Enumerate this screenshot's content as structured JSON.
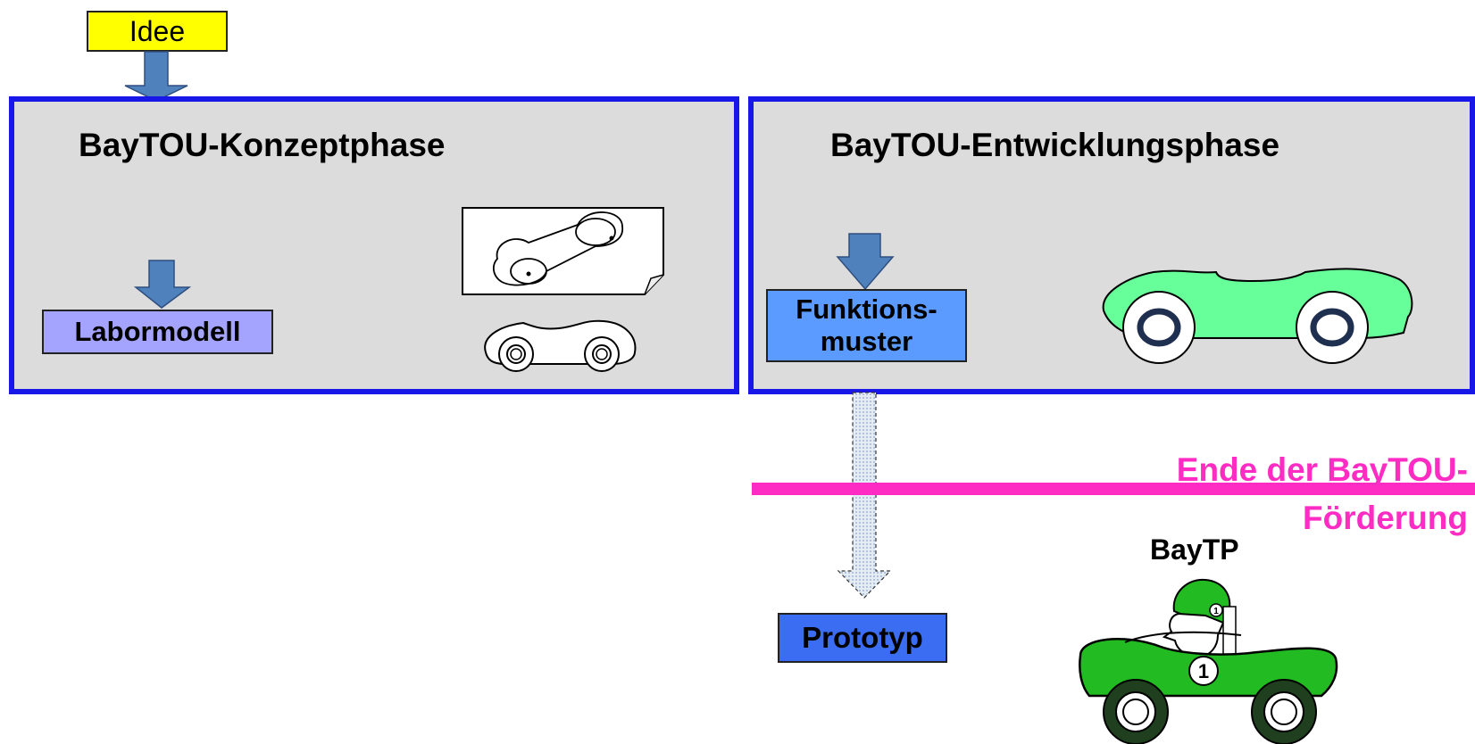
{
  "idee": {
    "label": "Idee"
  },
  "konzeptphase": {
    "title": "BayTOU-Konzeptphase",
    "box_label": "Labormodell"
  },
  "entwicklungsphase": {
    "title": "BayTOU-Entwicklungsphase",
    "box_label_line1": "Funktions-",
    "box_label_line2": "muster"
  },
  "prototyp": {
    "label": "Prototyp"
  },
  "ende": {
    "line1": "Ende der BayTOU-",
    "line2": "Förderung"
  },
  "baytp": {
    "label": "BayTP"
  },
  "race_car": {
    "number": "1"
  },
  "colors": {
    "phase_border": "#1717e8",
    "phase_fill": "#dcdcdc",
    "idee_fill": "#ffff00",
    "labormodell_fill": "#a4a4ff",
    "funktionsmuster_fill": "#5b9bff",
    "prototyp_fill": "#3b6df2",
    "ende_color": "#ff2cc4",
    "arrow_color": "#4f81bd",
    "car_green_light": "#66ff99",
    "race_car_green": "#22bb22"
  }
}
